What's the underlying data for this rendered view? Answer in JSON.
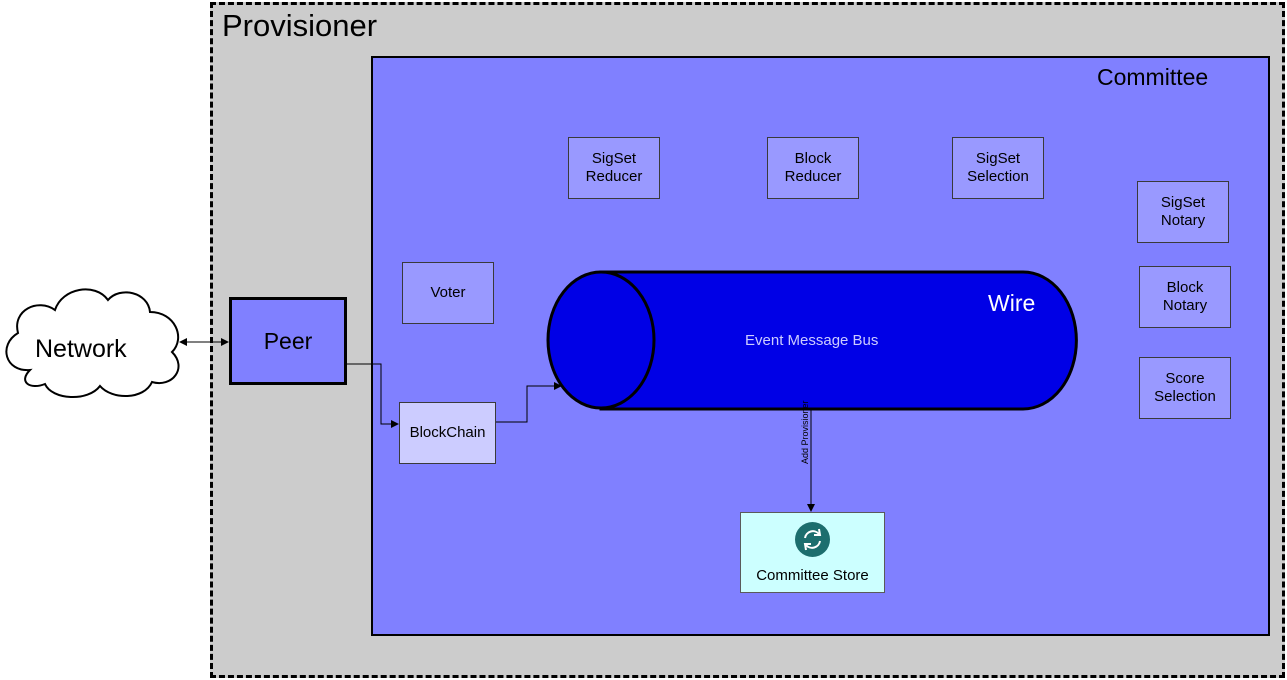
{
  "diagram": {
    "provisioner": {
      "label": "Provisioner"
    },
    "committee": {
      "label": "Committee"
    },
    "network": {
      "label": "Network"
    },
    "peer": {
      "label": "Peer"
    },
    "voter": {
      "label": "Voter"
    },
    "blockchain": {
      "label": "BlockChain"
    },
    "wire": {
      "label": "Wire",
      "sublabel": "Event Message Bus"
    },
    "sigset_reducer": {
      "line1": "SigSet",
      "line2": "Reducer"
    },
    "block_reducer": {
      "line1": "Block",
      "line2": "Reducer"
    },
    "sigset_selection": {
      "line1": "SigSet",
      "line2": "Selection"
    },
    "sigset_notary": {
      "line1": "SigSet",
      "line2": "Notary"
    },
    "block_notary": {
      "line1": "Block",
      "line2": "Notary"
    },
    "score_selection": {
      "line1": "Score",
      "line2": "Selection"
    },
    "committee_store": {
      "label": "Committee Store",
      "icon": "sync-icon"
    },
    "edge_label": "Add Provisioner"
  },
  "colors": {
    "provisioner_fill": "#cccccc",
    "committee_fill": "#8080ff",
    "component_fill": "#9999ff",
    "blockchain_fill": "#ccccff",
    "wire_fill": "#0000e6",
    "store_fill": "#ccffff",
    "store_icon": "#1c6e6e"
  }
}
